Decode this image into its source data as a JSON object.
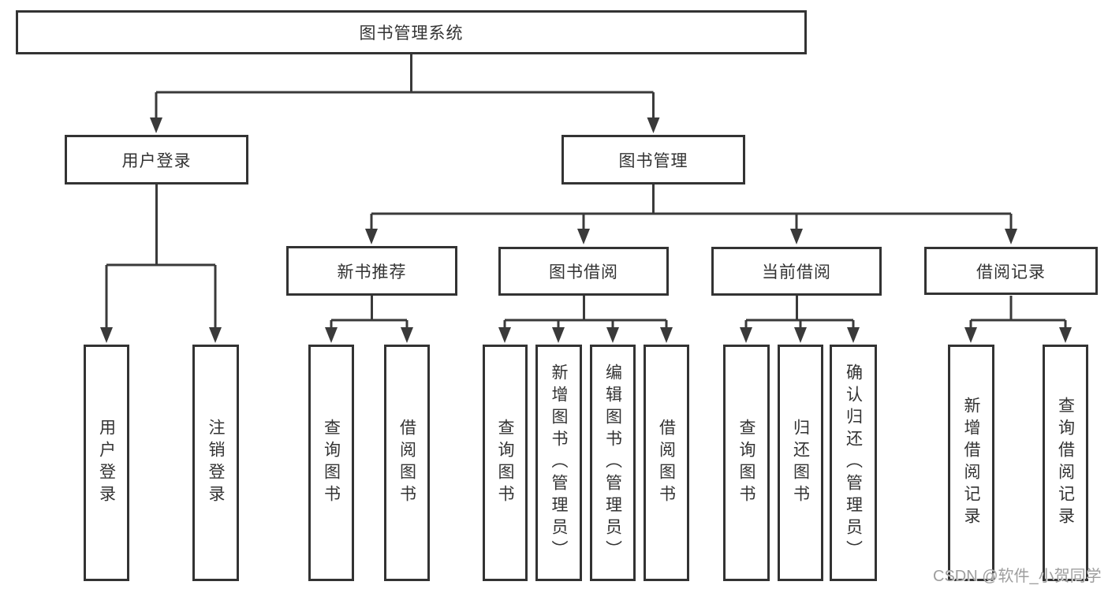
{
  "tree": {
    "root": {
      "label": "图书管理系统",
      "children": [
        {
          "label": "用户登录",
          "children": [
            {
              "label": "用户登录"
            },
            {
              "label": "注销登录"
            }
          ]
        },
        {
          "label": "图书管理",
          "children": [
            {
              "label": "新书推荐",
              "children": [
                {
                  "label": "查询图书"
                },
                {
                  "label": "借阅图书"
                }
              ]
            },
            {
              "label": "图书借阅",
              "children": [
                {
                  "label": "查询图书"
                },
                {
                  "label": "新增图书（管理员）"
                },
                {
                  "label": "编辑图书（管理员）"
                },
                {
                  "label": "借阅图书"
                }
              ]
            },
            {
              "label": "当前借阅",
              "children": [
                {
                  "label": "查询图书"
                },
                {
                  "label": "归还图书"
                },
                {
                  "label": "确认归还（管理员）"
                }
              ]
            },
            {
              "label": "借阅记录",
              "children": [
                {
                  "label": "新增借阅记录"
                },
                {
                  "label": "查询借阅记录"
                }
              ]
            }
          ]
        }
      ]
    }
  },
  "watermark": {
    "text": "CSDN @软件_小贺同学"
  },
  "colors": {
    "line": "#3a3a3a",
    "box_border": "#333333",
    "text": "#333333",
    "watermark": "#9e9e9e",
    "background": "#ffffff"
  }
}
